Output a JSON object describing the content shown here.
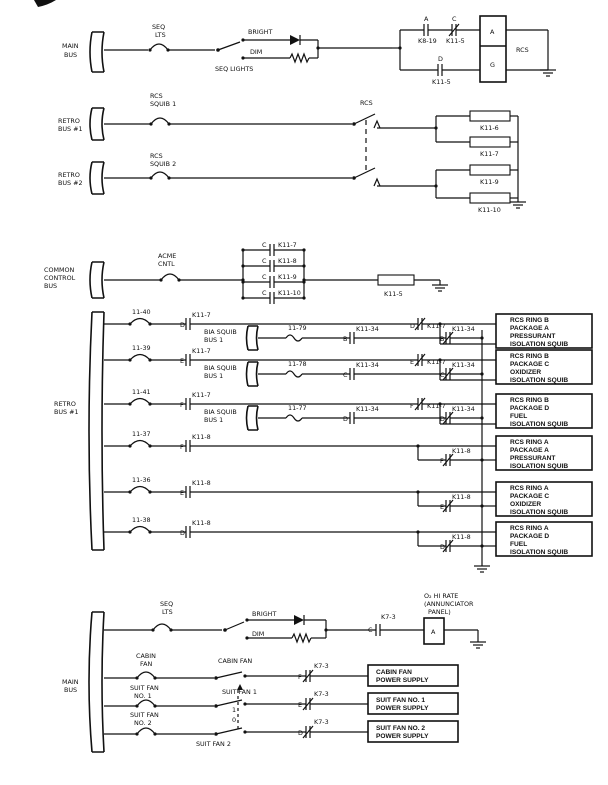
{
  "diagram": {
    "main_bus_label_top": [
      "MAIN",
      "BUS"
    ],
    "seq_lts_top": [
      "SEQ",
      "LTS"
    ],
    "bright": "BRIGHT",
    "dim": "DIM",
    "seq_lights": "SEQ LIGHTS",
    "cap_a_letter": "A",
    "cap_c_letter": "C",
    "cap_d_letter": "D",
    "k8_19": "K8-19",
    "k11_5": "K11-5",
    "k11_5b": "K11-5",
    "rcs_box_a": "A",
    "rcs_box_g": "G",
    "rcs_label": "RCS",
    "retro_bus_1_label": [
      "RETRO",
      "BUS #1"
    ],
    "retro_bus_2_label": [
      "RETRO",
      "BUS #2"
    ],
    "rcs_squib_1": [
      "RCS",
      "SQUIB 1"
    ],
    "rcs_squib_2": [
      "RCS",
      "SQUIB 2"
    ],
    "rcs_relay_label": "RCS",
    "k11_6": "K11-6",
    "k11_7": "K11-7",
    "k11_9": "K11-9",
    "k11_10": "K11-10",
    "common_control_bus": [
      "COMMON",
      "CONTROL",
      "BUS"
    ],
    "acme_cntl": [
      "ACME",
      "CNTL"
    ],
    "cc_contacts": [
      {
        "letter": "C",
        "label": "K11-7"
      },
      {
        "letter": "C",
        "label": "K11-8"
      },
      {
        "letter": "C",
        "label": "K11-9"
      },
      {
        "letter": "C",
        "label": "K11-10"
      }
    ],
    "cc_k11_5": "K11-5",
    "retro_bus_1_big": [
      "RETRO",
      "BUS #1"
    ],
    "squib_rows": [
      {
        "breaker": "11-40",
        "letter": "D",
        "contact": "K11-7",
        "has_bia": true,
        "bia": [
          "BIA SQUIB",
          "BUS 1"
        ],
        "fuse": "11-79",
        "k34_letter": "B",
        "k34": "K11-34",
        "top_letter": "D",
        "top_contact": "K11-7",
        "bot_letter": "B",
        "bot_contact": "K11-34",
        "box": [
          "RCS RING B",
          "PACKAGE A",
          "PRESSURANT",
          "ISOLATION SQUIB"
        ]
      },
      {
        "breaker": "11-39",
        "letter": "E",
        "contact": "K11-7",
        "has_bia": true,
        "bia": [
          "BIA SQUIB",
          "BUS 1"
        ],
        "fuse": "11-78",
        "k34_letter": "C",
        "k34": "K11-34",
        "top_letter": "E",
        "top_contact": "K11-7",
        "bot_letter": "C",
        "bot_contact": "K11-34",
        "box": [
          "RCS RING B",
          "PACKAGE C",
          "OXIDIZER",
          "ISOLATION SQUIB"
        ]
      },
      {
        "breaker": "11-41",
        "letter": "F",
        "contact": "K11-7",
        "has_bia": true,
        "bia": [
          "BIA SQUIB",
          "BUS 1"
        ],
        "fuse": "11-77",
        "k34_letter": "D",
        "k34": "K11-34",
        "top_letter": "F",
        "top_contact": "K11-7",
        "bot_letter": "D",
        "bot_contact": "K11-34",
        "box": [
          "RCS RING B",
          "PACKAGE D",
          "FUEL",
          "ISOLATION SQUIB"
        ]
      },
      {
        "breaker": "11-37",
        "letter": "F",
        "contact": "K11-8",
        "has_bia": false,
        "bot_letter": "F",
        "bot_contact": "K11-8",
        "box": [
          "RCS RING A",
          "PACKAGE A",
          "PRESSURANT",
          "ISOLATION SQUIB"
        ]
      },
      {
        "breaker": "11-36",
        "letter": "E",
        "contact": "K11-8",
        "has_bia": false,
        "bot_letter": "E",
        "bot_contact": "K11-8",
        "box": [
          "RCS RING A",
          "PACKAGE C",
          "OXIDIZER",
          "ISOLATION SQUIB"
        ]
      },
      {
        "breaker": "11-38",
        "letter": "D",
        "contact": "K11-8",
        "has_bia": false,
        "bot_letter": "D",
        "bot_contact": "K11-8",
        "box": [
          "RCS RING A",
          "PACKAGE D",
          "FUEL",
          "ISOLATION SQUIB"
        ]
      }
    ],
    "main_bus_label_bottom": [
      "MAIN",
      "BUS"
    ],
    "seq_lts_bottom": [
      "SEQ",
      "LTS"
    ],
    "bright_b": "BRIGHT",
    "dim_b": "DIM",
    "k7_3_c": "K7-3",
    "c_letter": "C",
    "o2_hi_rate": [
      "O₂ HI RATE",
      "(ANNUNCIATOR",
      "PANEL)"
    ],
    "annunciator_a": "A",
    "cabin_fan_breaker": [
      "CABIN",
      "FAN"
    ],
    "cabin_fan_switch": "CABIN FAN",
    "suit_fan_1_breaker": [
      "SUIT FAN",
      "NO. 1"
    ],
    "suit_fan_1_switch": "SUIT FAN 1",
    "suit_fan_2_breaker": [
      "SUIT FAN",
      "NO. 2"
    ],
    "suit_fan_2_switch": "SUIT FAN 2",
    "fan_contacts": [
      {
        "letter": "F",
        "label": "K7-3",
        "box": [
          "CABIN FAN",
          "POWER SUPPLY"
        ]
      },
      {
        "letter": "E",
        "label": "K7-3",
        "box": [
          "SUIT FAN NO. 1",
          "POWER SUPPLY"
        ]
      },
      {
        "letter": "D",
        "label": "K7-3",
        "box": [
          "SUIT FAN NO. 2",
          "POWER SUPPLY"
        ]
      }
    ],
    "switch_1": "1",
    "switch_0": "0"
  }
}
